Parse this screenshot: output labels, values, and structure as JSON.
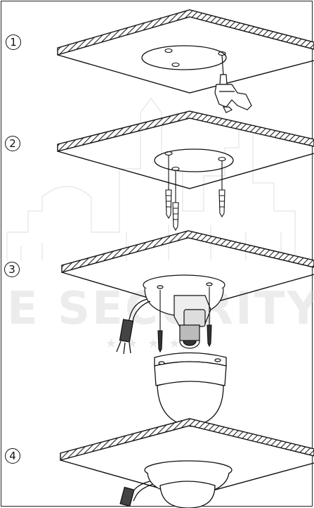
{
  "steps": [
    {
      "number": "1"
    },
    {
      "number": "2"
    },
    {
      "number": "3"
    },
    {
      "number": "4"
    }
  ],
  "watermark": {
    "text": "E SECURITY OUP",
    "stars": "★★★★★"
  },
  "colors": {
    "line": "#111111",
    "hatch": "#222222",
    "watermark": "#cccccc"
  }
}
